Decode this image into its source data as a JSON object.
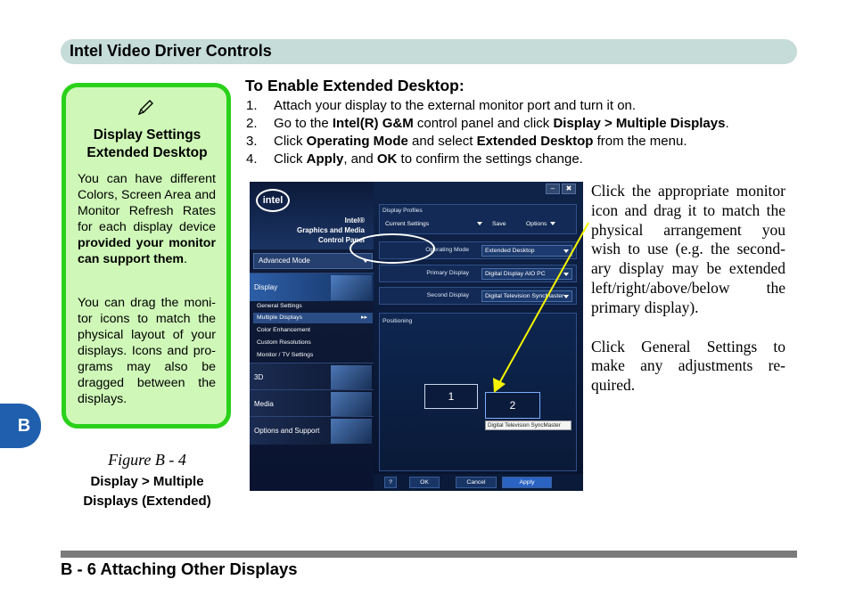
{
  "header": {
    "title": "Intel Video Driver Controls"
  },
  "tab": {
    "letter": "B"
  },
  "note": {
    "icon": "pencil-icon",
    "title_line1": "Display Settings",
    "title_line2": "Extended Desktop",
    "p1_start": "You can have different Colors, Screen Area and Monitor Refresh Rates for each display device ",
    "p1_bold": "provided your monitor can support them",
    "p1_end": ".",
    "p2": "You can drag the moni-tor icons to match the physical layout of your displays. Icons and pro-grams may also be dragged between the displays."
  },
  "figure": {
    "label": "Figure B - 4",
    "caption_line1": "Display > Multiple",
    "caption_line2": "Displays (Extended)"
  },
  "steps": {
    "title": "To Enable Extended Desktop:",
    "s1_num": "1.",
    "s1_text": "Attach your display to the external monitor port and turn it on.",
    "s2_num": "2.",
    "s2_a": "Go to the ",
    "s2_b": "Intel(R) G&M",
    "s2_c": " control panel and click ",
    "s2_d": "Display > Multiple Displays",
    "s2_e": ".",
    "s3_num": "3.",
    "s3_a": "Click ",
    "s3_b": "Operating Mode",
    "s3_c": " and select ",
    "s3_d": "Extended Desktop",
    "s3_e": " from the menu.",
    "s4_num": "4.",
    "s4_a": "Click ",
    "s4_b": "Apply",
    "s4_c": ", and ",
    "s4_d": "OK",
    "s4_e": " to confirm the settings change."
  },
  "side": {
    "p1": "Click the appropriate monitor icon and drag it to match the physical arrangement you wish to use (e.g. the second-ary display may be extended left/right/above/below the primary display).",
    "p2": "Click General Settings to make any adjustments re-quired."
  },
  "screenshot": {
    "logo": "intel",
    "app_title_1": "Intel®",
    "app_title_2": "Graphics and Media",
    "app_title_3": "Control Panel",
    "mode_select": "Advanced Mode",
    "sections": [
      "Display",
      "3D",
      "Media",
      "Options and Support"
    ],
    "subitems": [
      "General Settings",
      "Multiple Displays",
      "Color Enhancement",
      "Custom Resolutions",
      "Monitor / TV Settings"
    ],
    "subitem_arrow": "▸▸",
    "win_min": "–",
    "win_close": "✖",
    "profiles_label": "Display Profiles",
    "current_settings": "Current Settings",
    "save": "Save",
    "options": "Options",
    "op_mode_label": "Operating Mode",
    "op_mode_value": "Extended Desktop",
    "primary_label": "Primary Display",
    "primary_value": "Digital Display AIO PC",
    "secondary_label": "Second Display",
    "secondary_value": "Digital Television SyncMaster",
    "positioning_label": "Positioning",
    "monitor_1": "1",
    "monitor_2": "2",
    "tooltip": "Digital Television SyncMaster",
    "help": "?",
    "ok": "OK",
    "cancel": "Cancel",
    "apply": "Apply",
    "arrow_color": "#f5f500"
  },
  "footer": {
    "text": "B  -  6  Attaching Other Displays"
  }
}
